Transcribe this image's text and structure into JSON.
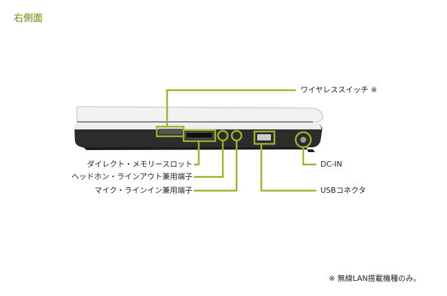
{
  "title": "右側面",
  "labels": {
    "wireless": "ワイヤレススイッチ ※",
    "memory": "ダイレクト・メモリースロット",
    "headphone": "ヘッドホン・ラインアウト兼用端子",
    "mic": "マイク・ラインイン兼用端子",
    "dcin": "DC-IN",
    "usb": "USBコネクタ"
  },
  "footnote": "※ 無線LAN搭載機種のみ。",
  "colors": {
    "accent": "#9ab52a",
    "title": "#6a8a00"
  }
}
